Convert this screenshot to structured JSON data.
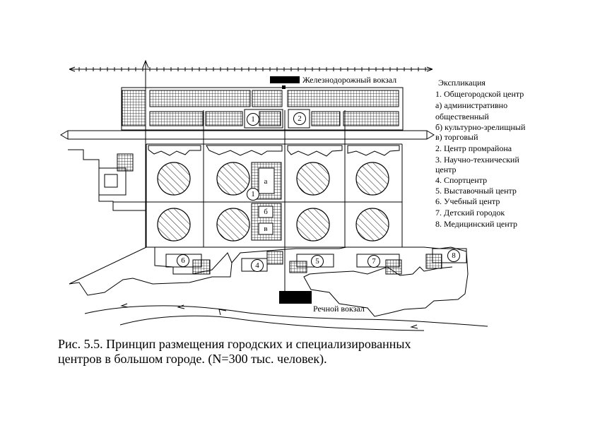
{
  "labels": {
    "railway_station": "Железнодорожный вокзал",
    "river_station": "Речной вокзал"
  },
  "legend": {
    "title": "Экспликация",
    "items": [
      "1. Общегородской центр",
      "а) административно",
      "общественный",
      "б) культурно-зрелищный",
      "в) торговый",
      "2. Центр промрайона",
      "3. Научно-технический",
      "центр",
      "4. Спортцентр",
      "5. Выставочный центр",
      "6. Учебный центр",
      "7. Детский городок",
      "8. Медицинский центр"
    ]
  },
  "markers": {
    "m1a": "1",
    "m1b": "1",
    "m2": "2",
    "m4": "4",
    "m5": "5",
    "m6": "6",
    "m7": "7",
    "m8": "8",
    "sa": "а",
    "sb": "б",
    "sv": "в"
  },
  "caption": {
    "line1": "Рис. 5.5. Принцип размещения городских и специализированных",
    "line2": "центров в большом городе. (N=300 тыс. человек)."
  }
}
